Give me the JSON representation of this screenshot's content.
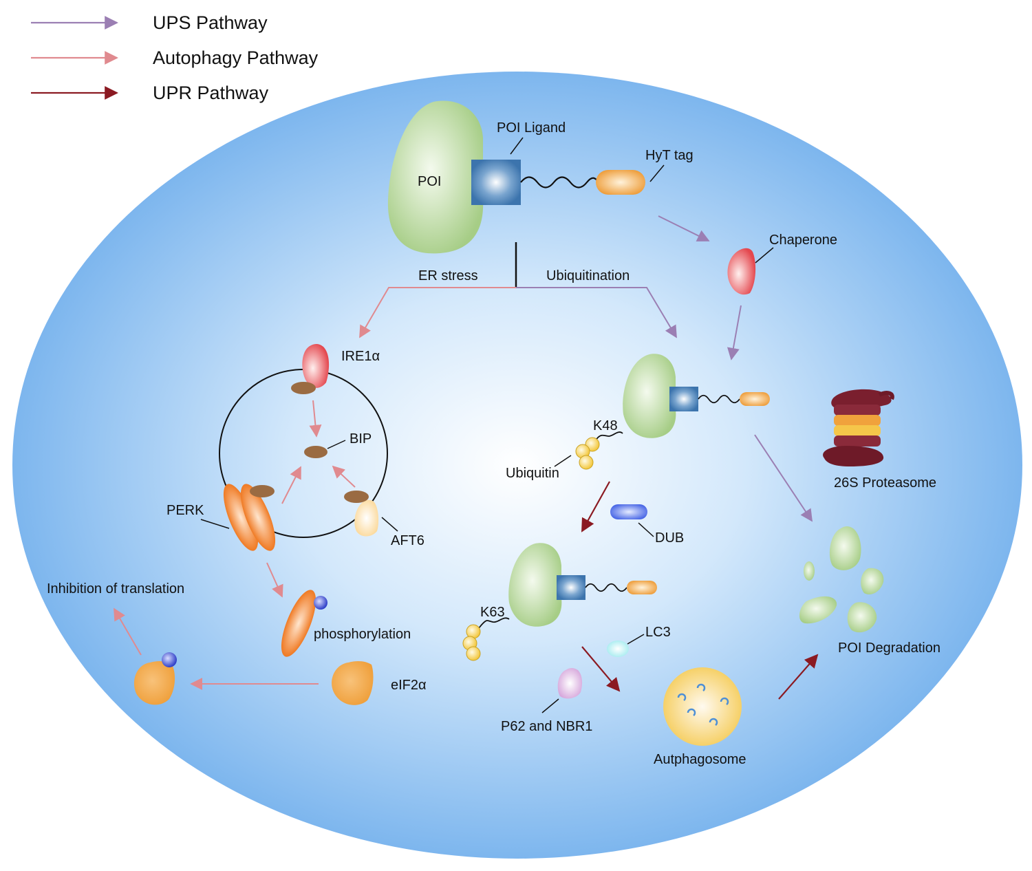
{
  "legend": [
    {
      "label": "UPS Pathway",
      "color": "#9b7fb3"
    },
    {
      "label": "Autophagy Pathway",
      "color": "#e08a8f"
    },
    {
      "label": "UPR Pathway",
      "color": "#8b1a22"
    }
  ],
  "labels": {
    "poi": "POI",
    "poi_ligand": "POI Ligand",
    "hyt_tag": "HyT tag",
    "chaperone": "Chaperone",
    "er_stress": "ER stress",
    "ubiquitination": "Ubiquitination",
    "ire1a": "IRE1α",
    "bip": "BIP",
    "perk": "PERK",
    "aft6": "AFT6",
    "k48": "K48",
    "ubiquitin": "Ubiquitin",
    "proteasome": "26S Proteasome",
    "dub": "DUB",
    "inhibition": "Inhibition of translation",
    "phosphorylation": "phosphorylation",
    "k63": "K63",
    "lc3": "LC3",
    "poi_degradation": "POI Degradation",
    "eif2a": "eIF2α",
    "p62": "P62 and NBR1",
    "autophagosome": "Autphagosome"
  },
  "colors": {
    "cell_edge": "#7fb7ee",
    "cell_center": "#ffffff",
    "poi_green": "#a9cf8a",
    "ligand_blue": "#4a7fb5",
    "hyt_orange": "#f0a646",
    "chaperone_red": "#e8545a",
    "bip_brown": "#9a6b42",
    "perk_orange": "#f07a1e",
    "ubiquitin_yellow": "#f5cf4a",
    "eif2a_orange": "#f2a84a",
    "dub_blue": "#5a78e8",
    "phospho_blue": "#3d4fd0"
  }
}
